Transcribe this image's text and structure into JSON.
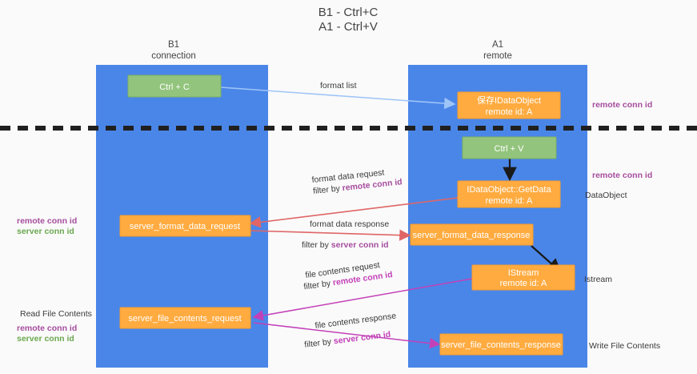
{
  "title": {
    "line1": "B1 - Ctrl+C",
    "line2": "A1 - Ctrl+V"
  },
  "lanes": [
    {
      "id": "b1",
      "name": "B1",
      "role": "connection"
    },
    {
      "id": "a1",
      "name": "A1",
      "role": "remote"
    }
  ],
  "nodes": {
    "ctrl_c": {
      "label": "Ctrl + C"
    },
    "save_idataobject": {
      "line1": "保存IDataObject",
      "line2": "remote id: A"
    },
    "ctrl_v": {
      "label": "Ctrl + V"
    },
    "getdata": {
      "line1": "IDataObject::GetData",
      "line2": "remote id: A"
    },
    "server_format_data_request": {
      "label": "server_format_data_request"
    },
    "server_format_data_response": {
      "label": "server_format_data_response"
    },
    "istream": {
      "line1": "IStream",
      "line2": "remote id: A"
    },
    "server_file_contents_request": {
      "label": "server_file_contents_request"
    },
    "server_file_contents_response": {
      "label": "server_file_contents_response"
    }
  },
  "edges": {
    "format_list": {
      "label": "format list"
    },
    "format_data_request": {
      "label": "format data request",
      "filter_prefix": "filter by ",
      "filter_key": "remote conn id"
    },
    "format_data_response": {
      "label": "format data response",
      "filter_prefix": "filter by ",
      "filter_key": "server conn id"
    },
    "file_contents_request": {
      "label": "file contents request",
      "filter_prefix": "filter by ",
      "filter_key": "remote conn id"
    },
    "file_contents_response": {
      "label": "file contents response",
      "filter_prefix": "filter by ",
      "filter_key": "server conn id"
    }
  },
  "annotations": {
    "right_top_conn": "remote conn id",
    "right_mid_conn": "remote conn id",
    "dataobject": "DataObject",
    "istream": "Istream",
    "write_file_contents": "Write File Contents",
    "read_file_contents": "Read File Contents",
    "left_remote_conn": "remote conn id",
    "left_server_conn": "server conn id",
    "left_remote_conn2": "remote conn id",
    "left_server_conn2": "server conn id"
  },
  "colors": {
    "lane": "#4a86e8",
    "green_node": "#93c47d",
    "orange_node": "#ffab40",
    "purple": "#a64d9e",
    "green_text": "#6aa84f",
    "magenta": "#c341b8",
    "red": "#e06666",
    "light_blue": "#9fc5f8",
    "background": "#fafafa"
  }
}
